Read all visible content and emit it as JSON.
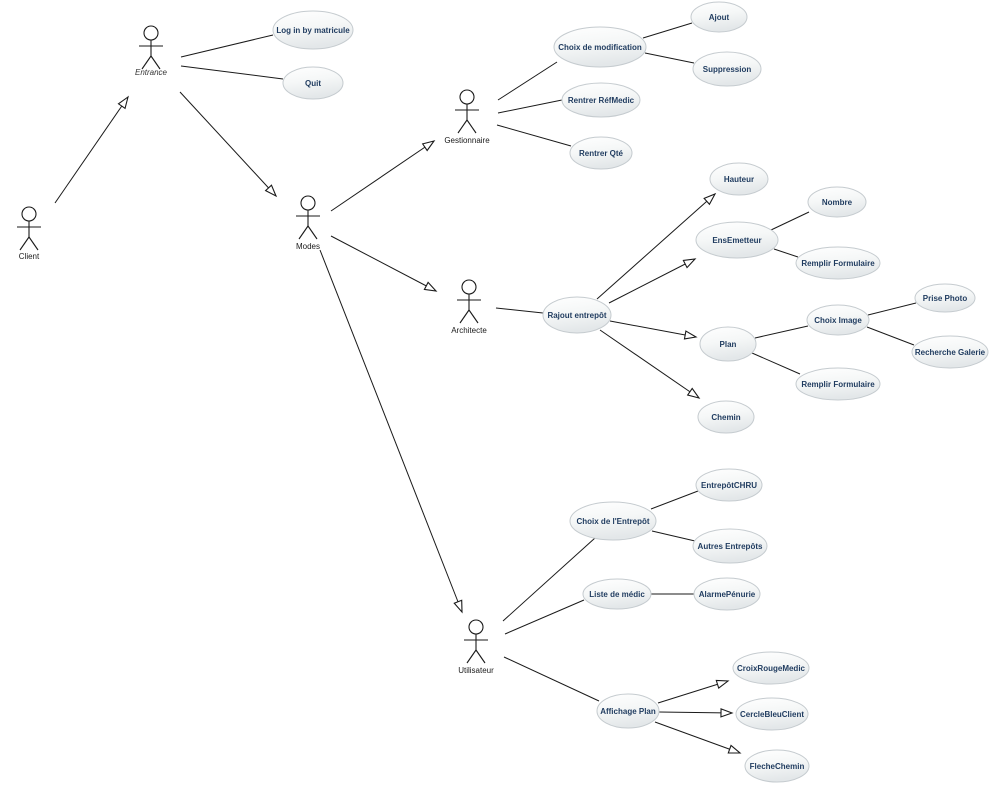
{
  "diagram": {
    "type": "uml-use-case-diagram",
    "background": "#ffffff",
    "colors": {
      "line": "#1a1a1a",
      "ellipse_border": "#c5cbcf",
      "ellipse_fill_top": "#ffffff",
      "ellipse_fill_bottom": "#e3e7e9",
      "usecase_label": "#1f3b5f",
      "actor_label": "#1a1a1a"
    }
  },
  "actors": [
    {
      "id": "client",
      "label": "Client"
    },
    {
      "id": "entrance",
      "label": "Entrance"
    },
    {
      "id": "modes",
      "label": "Modes"
    },
    {
      "id": "gestionnaire",
      "label": "Gestionnaire"
    },
    {
      "id": "architecte",
      "label": "Architecte"
    },
    {
      "id": "utilisateur",
      "label": "Utilisateur"
    }
  ],
  "usecases": [
    {
      "id": "log-in-by-matricule",
      "label": "Log in by matricule"
    },
    {
      "id": "quit",
      "label": "Quit"
    },
    {
      "id": "choix-de-modification",
      "label": "Choix de modification"
    },
    {
      "id": "ajout",
      "label": "Ajout"
    },
    {
      "id": "suppression",
      "label": "Suppression"
    },
    {
      "id": "rentrer-refmedic",
      "label": "Rentrer RéfMedic"
    },
    {
      "id": "rentrer-qte",
      "label": "Rentrer Qté"
    },
    {
      "id": "hauteur",
      "label": "Hauteur"
    },
    {
      "id": "ensemetteur",
      "label": "EnsEmetteur"
    },
    {
      "id": "nombre",
      "label": "Nombre"
    },
    {
      "id": "remplir-formulaire-1",
      "label": "Remplir Formulaire"
    },
    {
      "id": "plan",
      "label": "Plan"
    },
    {
      "id": "choix-image",
      "label": "Choix Image"
    },
    {
      "id": "prise-photo",
      "label": "Prise Photo"
    },
    {
      "id": "recherche-galerie",
      "label": "Recherche Galerie"
    },
    {
      "id": "remplir-formulaire-2",
      "label": "Remplir Formulaire"
    },
    {
      "id": "chemin",
      "label": "Chemin"
    },
    {
      "id": "rajout-entrepot",
      "label": "Rajout entrepôt"
    },
    {
      "id": "choix-de-l-entrepot",
      "label": "Choix de l'Entrepôt"
    },
    {
      "id": "entrepot-chru",
      "label": "EntrepôtCHRU"
    },
    {
      "id": "autres-entrepots",
      "label": "Autres Entrepôts"
    },
    {
      "id": "liste-de-medic",
      "label": "Liste de médic"
    },
    {
      "id": "alarme-penurie",
      "label": "AlarmePénurie"
    },
    {
      "id": "affichage-plan",
      "label": "Affichage Plan"
    },
    {
      "id": "croix-rouge-medic",
      "label": "CroixRougeMedic"
    },
    {
      "id": "cercle-bleu-client",
      "label": "CercleBleuClient"
    },
    {
      "id": "fleche-chemin",
      "label": "FlecheChemin"
    }
  ],
  "connections": [
    {
      "from": "client",
      "to": "entrance",
      "arrow": "open"
    },
    {
      "from": "entrance",
      "to": "log-in-by-matricule",
      "arrow": "none"
    },
    {
      "from": "entrance",
      "to": "quit",
      "arrow": "none"
    },
    {
      "from": "entrance",
      "to": "modes",
      "arrow": "open"
    },
    {
      "from": "modes",
      "to": "gestionnaire",
      "arrow": "open"
    },
    {
      "from": "modes",
      "to": "architecte",
      "arrow": "open"
    },
    {
      "from": "modes",
      "to": "utilisateur",
      "arrow": "open"
    },
    {
      "from": "gestionnaire",
      "to": "choix-de-modification",
      "arrow": "none"
    },
    {
      "from": "gestionnaire",
      "to": "rentrer-refmedic",
      "arrow": "none"
    },
    {
      "from": "gestionnaire",
      "to": "rentrer-qte",
      "arrow": "none"
    },
    {
      "from": "choix-de-modification",
      "to": "ajout",
      "arrow": "none"
    },
    {
      "from": "choix-de-modification",
      "to": "suppression",
      "arrow": "none"
    },
    {
      "from": "architecte",
      "to": "rajout-entrepot",
      "arrow": "none"
    },
    {
      "from": "rajout-entrepot",
      "to": "hauteur",
      "arrow": "open"
    },
    {
      "from": "rajout-entrepot",
      "to": "ensemetteur",
      "arrow": "open"
    },
    {
      "from": "rajout-entrepot",
      "to": "plan",
      "arrow": "open"
    },
    {
      "from": "rajout-entrepot",
      "to": "chemin",
      "arrow": "open"
    },
    {
      "from": "ensemetteur",
      "to": "nombre",
      "arrow": "none"
    },
    {
      "from": "ensemetteur",
      "to": "remplir-formulaire-1",
      "arrow": "none"
    },
    {
      "from": "plan",
      "to": "choix-image",
      "arrow": "none"
    },
    {
      "from": "plan",
      "to": "remplir-formulaire-2",
      "arrow": "none"
    },
    {
      "from": "choix-image",
      "to": "prise-photo",
      "arrow": "none"
    },
    {
      "from": "choix-image",
      "to": "recherche-galerie",
      "arrow": "none"
    },
    {
      "from": "utilisateur",
      "to": "choix-de-l-entrepot",
      "arrow": "none"
    },
    {
      "from": "utilisateur",
      "to": "liste-de-medic",
      "arrow": "none"
    },
    {
      "from": "utilisateur",
      "to": "affichage-plan",
      "arrow": "none"
    },
    {
      "from": "choix-de-l-entrepot",
      "to": "entrepot-chru",
      "arrow": "none"
    },
    {
      "from": "choix-de-l-entrepot",
      "to": "autres-entrepots",
      "arrow": "none"
    },
    {
      "from": "liste-de-medic",
      "to": "alarme-penurie",
      "arrow": "none"
    },
    {
      "from": "affichage-plan",
      "to": "croix-rouge-medic",
      "arrow": "open"
    },
    {
      "from": "affichage-plan",
      "to": "cercle-bleu-client",
      "arrow": "open"
    },
    {
      "from": "affichage-plan",
      "to": "fleche-chemin",
      "arrow": "open"
    }
  ]
}
